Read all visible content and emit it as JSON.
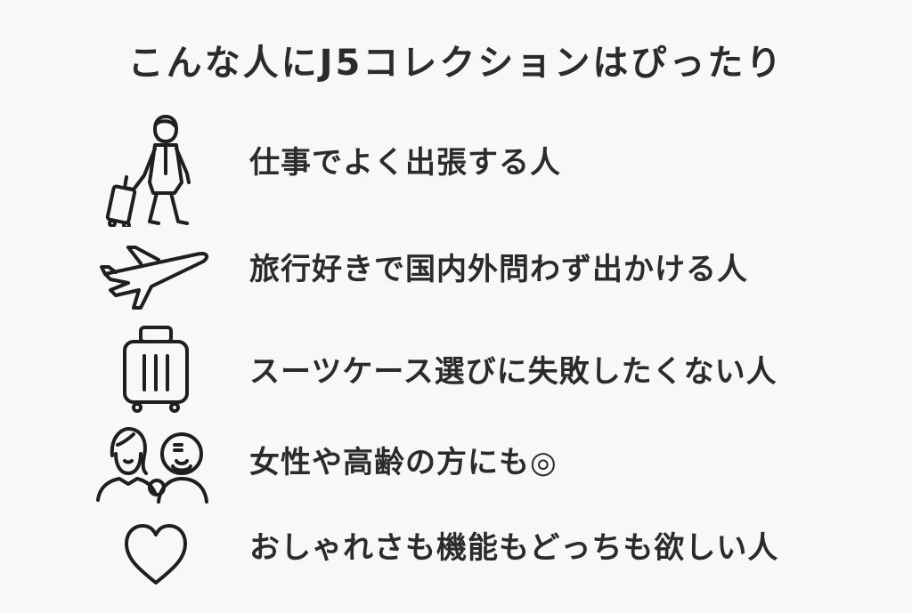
{
  "title": "こんな人にJ5コレクションはぴったり",
  "items": [
    {
      "icon": "traveler-with-suitcase-icon",
      "label": "仕事でよく出張する人"
    },
    {
      "icon": "airplane-icon",
      "label": "旅行好きで国内外問わず出かける人"
    },
    {
      "icon": "suitcase-icon",
      "label": "スーツケース選びに失敗したくない人"
    },
    {
      "icon": "woman-and-elderly-man-icon",
      "label": "女性や高齢の方にも◎"
    },
    {
      "icon": "heart-icon",
      "label": "おしゃれさも機能もどっちも欲しい人"
    }
  ]
}
